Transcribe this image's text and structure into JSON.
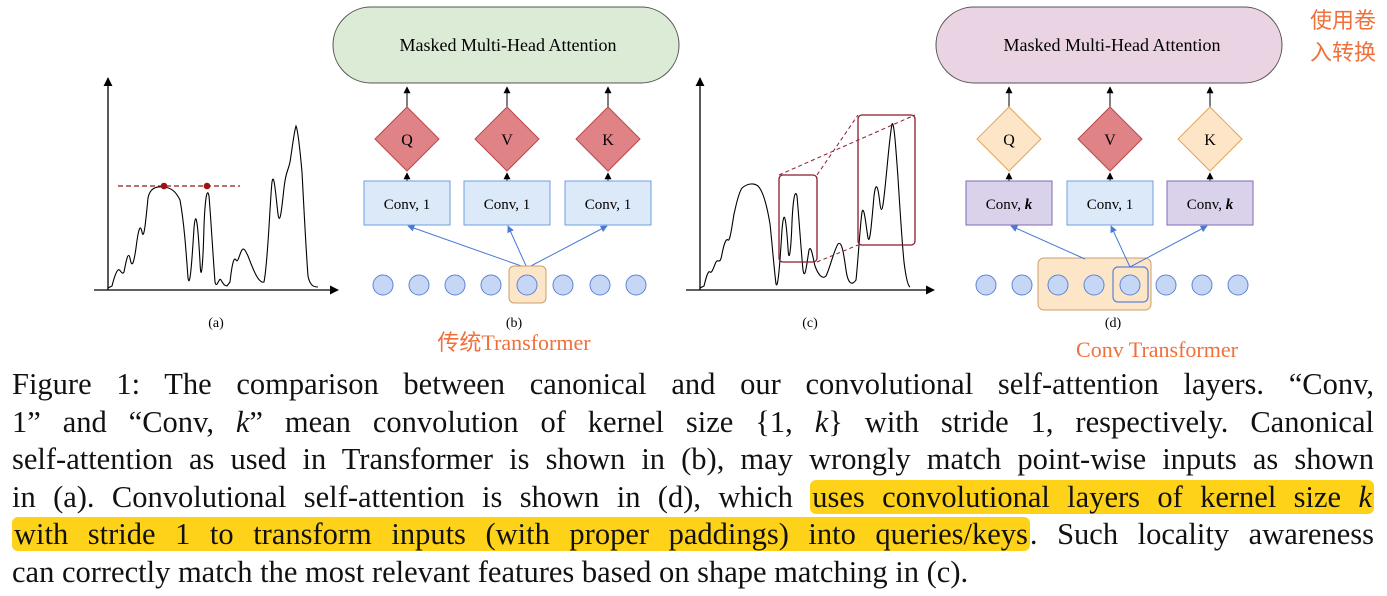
{
  "panels": {
    "a": {
      "label": "(a)"
    },
    "b": {
      "label": "(b)",
      "attention": "Masked Multi-Head Attention",
      "q": "Q",
      "v": "V",
      "k": "K",
      "conv_q": "Conv, 1",
      "conv_v": "Conv, 1",
      "conv_k": "Conv, 1"
    },
    "c": {
      "label": "(c)"
    },
    "d": {
      "label": "(d)",
      "attention": "Masked Multi-Head Attention",
      "q": "Q",
      "v": "V",
      "k": "K",
      "conv_q": "Conv, ",
      "conv_q_k": "k",
      "conv_v": "Conv, 1",
      "conv_k": "Conv, ",
      "conv_k_k": "k"
    }
  },
  "annotations": {
    "b": "传统Transformer",
    "d": "Conv Transformer",
    "top_right_line1": "使用卷",
    "top_right_line2": "入转换"
  },
  "caption": {
    "l1": "Figure 1: The comparison between canonical and our convolutional self-attention layers. “Conv,",
    "l2a": "1” and “Conv, ",
    "l2k": "k",
    "l2b": "” mean convolution of kernel size {1, ",
    "l2k2": "k",
    "l2c": "} with stride 1, respectively. Canonical",
    "l3": "self-attention as used in Transformer is shown in (b), may wrongly match point-wise inputs as shown",
    "l4a": "in (a). Convolutional self-attention is shown in (d), which ",
    "l4hl": "uses convolutional layers of kernel size ",
    "l4k": "k",
    "l5hl": "with stride 1 to transform inputs (with proper paddings) into queries/keys",
    "l5b": ". Such locality awareness",
    "l6": "can correctly match the most relevant features based on shape matching in (c)."
  },
  "colors": {
    "highlight": "#ffd21a",
    "annotation": "#f0703a",
    "attention_b": "#dcebd5",
    "attention_d": "#ead3e3",
    "diamond_red": "#e08387",
    "diamond_orange": "#fde5c8",
    "conv_blue": "#dce9f8",
    "conv_purple": "#d9d2ea",
    "dot": "#c6d6f5"
  }
}
